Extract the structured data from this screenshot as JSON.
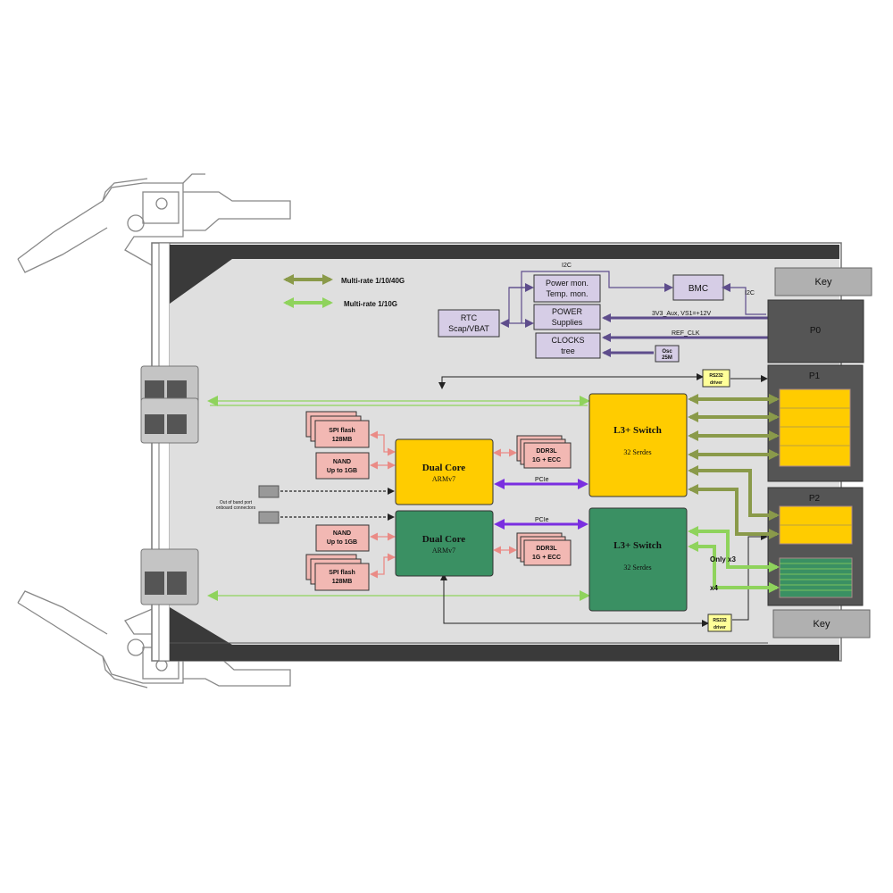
{
  "legend": {
    "multirate_40g": "Multi-rate 1/10/40G",
    "multirate_10g": "Multi-rate 1/10G"
  },
  "blocks": {
    "power_mon_line1": "Power mon.",
    "power_mon_line2": "Temp. mon.",
    "bmc": "BMC",
    "rtc_line1": "RTC",
    "rtc_line2": "Scap/VBAT",
    "power_line1": "POWER",
    "power_line2": "Supplies",
    "clocks_line1": "CLOCKS",
    "clocks_line2": "tree",
    "osc_line1": "Osc",
    "osc_line2": "25M",
    "rs232_line1": "RS232",
    "rs232_line2": "driver",
    "spi_line1": "SPI flash",
    "spi_line2": "128MB",
    "nand_line1": "NAND",
    "nand_line2": "Up to 1GB",
    "ddr_line1": "DDR3L",
    "ddr_line2": "1G + ECC",
    "dual_core_title": "Dual Core",
    "dual_core_sub": "ARMv7",
    "switch_title": "L3+ Switch",
    "switch_sub": "32  Serdes",
    "oob_line1": "Out of band port",
    "oob_line2": "onboard connectors"
  },
  "bus_labels": {
    "i2c_top": "I2C",
    "i2c_right": "I2C",
    "power_rail": "3V3_Aux, VS1=+12V",
    "ref_clk": "REF_CLK",
    "pcie": "PCIe",
    "only_x3": "Only x3",
    "x4": "x4"
  },
  "connectors": {
    "key": "Key",
    "p0": "P0",
    "p1": "P1",
    "p2": "P2"
  },
  "colors": {
    "yellow": "#ffcc00",
    "green": "#3a9063",
    "pink": "#f2b8b3",
    "lavender": "#d6cde6",
    "purple_bus": "#5e4d8c",
    "olive_arrow": "#8a9a4a",
    "lime_arrow": "#8fd35c",
    "violet_pcie": "#7a2ee0",
    "salmon_arrow": "#ea8b86"
  }
}
